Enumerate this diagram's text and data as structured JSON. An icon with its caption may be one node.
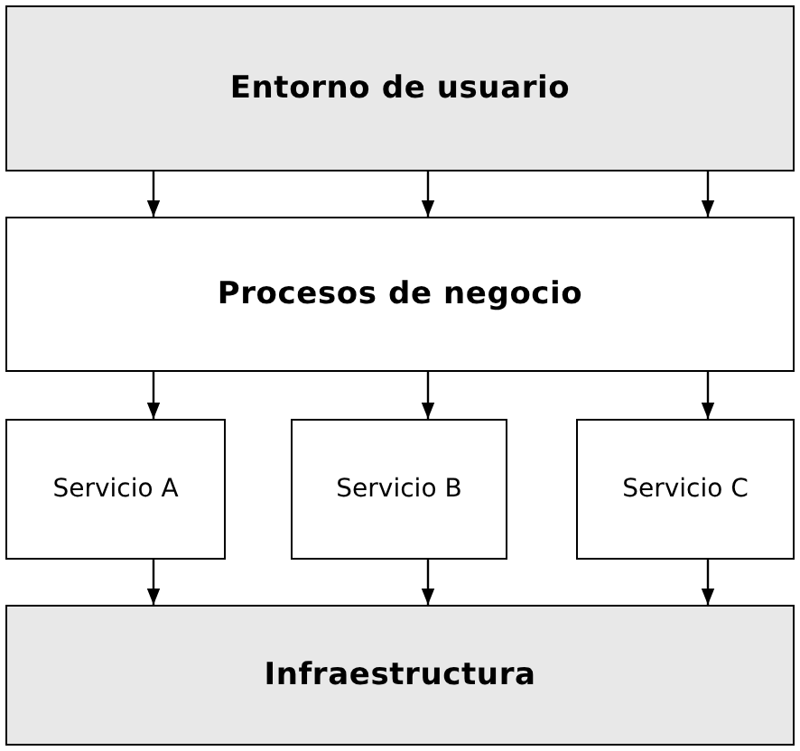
{
  "diagram": {
    "nodes": [
      {
        "text": [
          "Entorno de usuario"
        ]
      },
      {
        "text": [
          "Procesos de negocio"
        ]
      },
      {
        "text": [
          "Servicio A"
        ]
      },
      {
        "text": [
          "Servicio B"
        ]
      },
      {
        "text": [
          "Servicio C"
        ]
      },
      {
        "text": [
          "Infraestructura"
        ]
      }
    ],
    "edges": [
      {
        "from": 0,
        "to": 1,
        "arrow": "to"
      },
      {
        "from": 0,
        "to": 1,
        "arrow": "to"
      },
      {
        "from": 0,
        "to": 1,
        "arrow": "to"
      },
      {
        "from": 1,
        "to": 2,
        "arrow": "to"
      },
      {
        "from": 1,
        "to": 3,
        "arrow": "to"
      },
      {
        "from": 1,
        "to": 4,
        "arrow": "to"
      },
      {
        "from": 2,
        "to": 5,
        "arrow": "to"
      },
      {
        "from": 3,
        "to": 5,
        "arrow": "to"
      },
      {
        "from": 4,
        "to": 5,
        "arrow": "to"
      }
    ]
  }
}
